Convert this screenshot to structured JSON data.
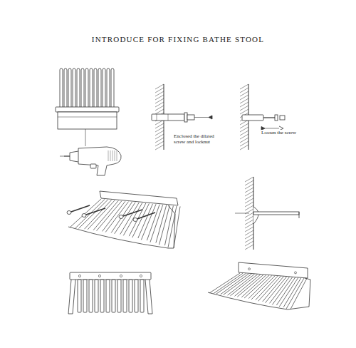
{
  "diagram": {
    "title": "INTRODUCE FOR FIXING BATHE STOOL",
    "labels": [
      "Enclosed the dilated screw and locknut",
      "Loosen the screw"
    ]
  }
}
